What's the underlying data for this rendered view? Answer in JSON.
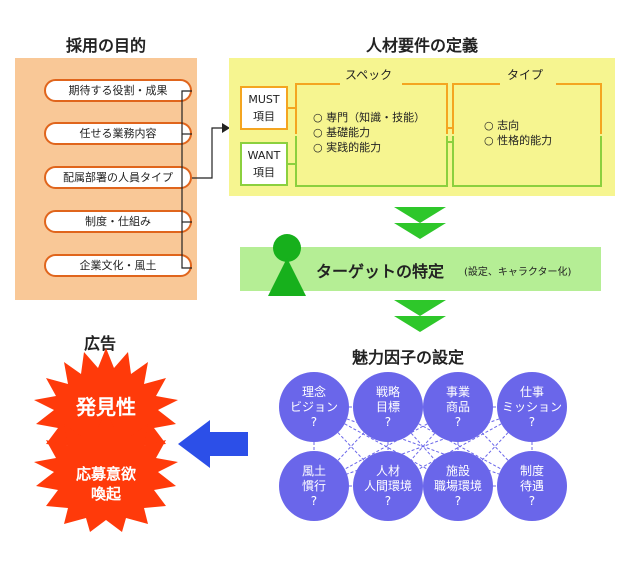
{
  "purpose": {
    "title": "採用の目的",
    "items": [
      "期待する役割・成果",
      "任せる業務内容",
      "配属部署の人員タイプ",
      "制度・仕組み",
      "企業文化・風土"
    ]
  },
  "requirements": {
    "title": "人材要件の定義",
    "spec_header": "スペック",
    "type_header": "タイプ",
    "must_label": "MUST\n項目",
    "want_label": "WANT\n項目",
    "spec_items": [
      "○ 専門（知識・技能）",
      "○ 基礎能力",
      "○ 実践的能力"
    ],
    "type_items": [
      "○ 志向",
      "○ 性格的能力"
    ]
  },
  "target": {
    "label": "ターゲットの特定",
    "note": "(設定、キャラクター化)"
  },
  "factors": {
    "title": "魅力因子の設定",
    "items": [
      "理念\nビジョン\n?",
      "戦略\n目標\n?",
      "事業\n商品\n?",
      "仕事\nミッション\n?",
      "風土\n慣行\n?",
      "人材\n人間環境\n?",
      "施設\n職場環境\n?",
      "制度\n待遇\n?"
    ]
  },
  "ad": {
    "title": "広告",
    "discovery": "発見性",
    "motivation": "応募意欲\n喚起"
  },
  "colors": {
    "orange_panel": "#f9c897",
    "orange_border": "#e0651c",
    "yellow_panel": "#f6f590",
    "must_border": "#f4a520",
    "want_border": "#8bd03e",
    "green_arrow": "#2ec72a",
    "target_band": "#b5ee95",
    "person": "#17b01c",
    "factor_circle": "#6a66ea",
    "blue_arrow": "#2c4fe8",
    "burst": "#ff3a0a"
  }
}
